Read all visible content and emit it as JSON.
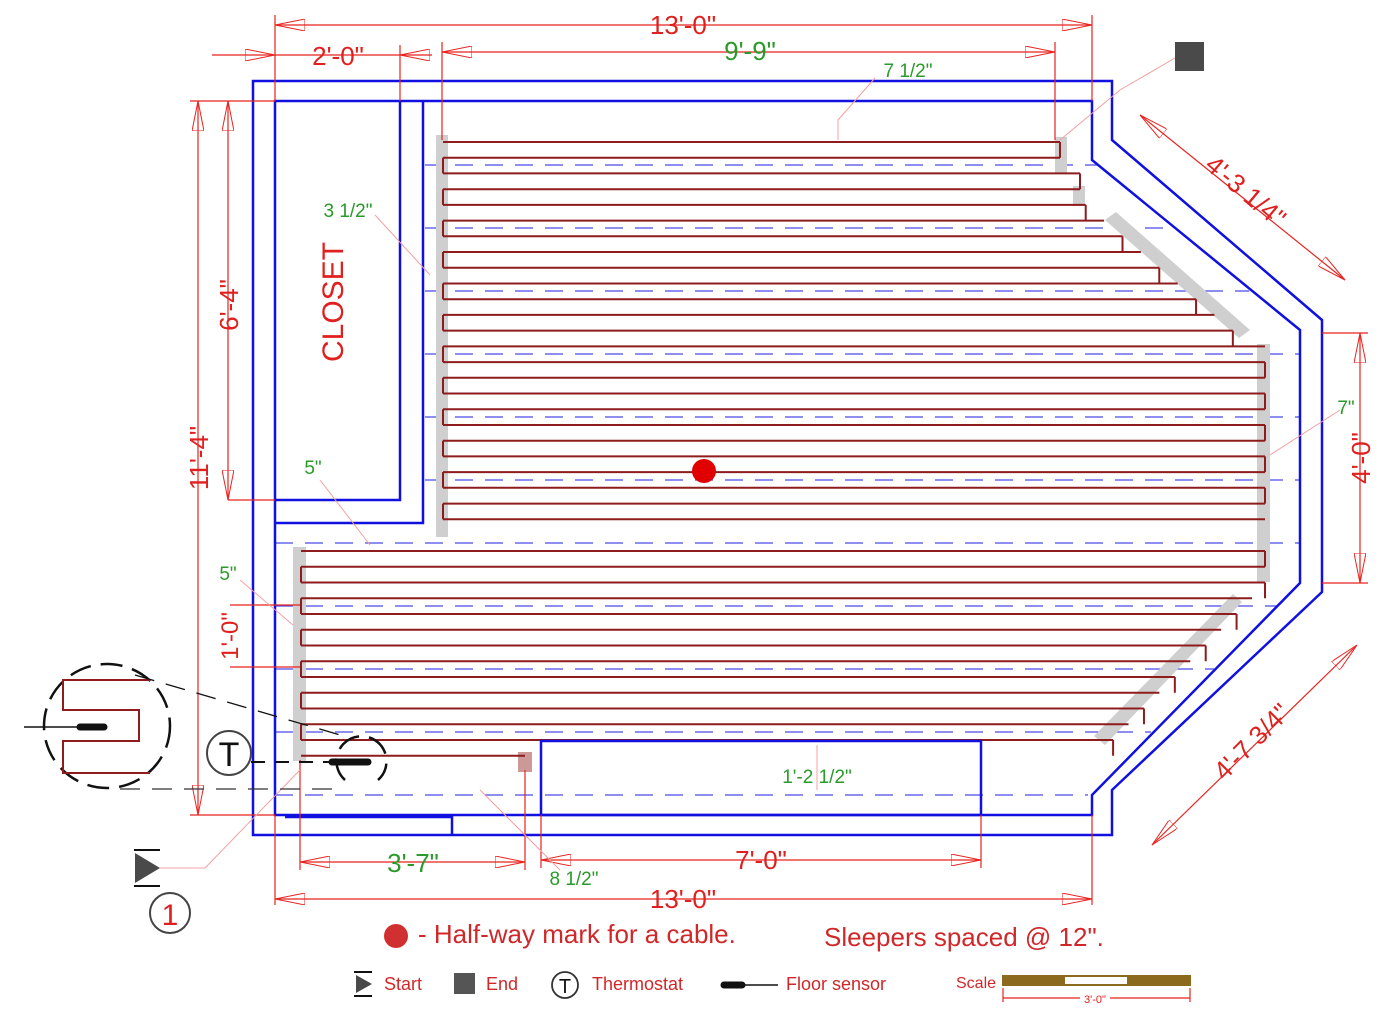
{
  "title_labels": {
    "closet": "CLOSET"
  },
  "dimensions": {
    "overall_width_top": "13'-0\"",
    "closet_width": "2'-0\"",
    "heated_width": "9'-9\"",
    "overall_depth": "11'-4\"",
    "closet_depth": "6'-4\"",
    "sensor_offset": "1'-0\"",
    "diagonal_upper": "4'-3 1/4\"",
    "right_wall": "4'-0\"",
    "diagonal_lower": "4'-7 3/4\"",
    "bottom_left": "3'-7\"",
    "cabinet_width": "7'-0\"",
    "overall_width_bottom": "13'-0\""
  },
  "clearances": {
    "top_right": "7 1/2\"",
    "closet_side": "3 1/2\"",
    "closet_bottom": "5\"",
    "left_wall": "5\"",
    "right_wall": "7\"",
    "cabinet": "1'-2 1/2\"",
    "bottom_end": "8 1/2\""
  },
  "thermostat_label": "T",
  "start_number": "1",
  "notes": {
    "halfway": "- Half-way mark for a cable.",
    "sleepers": "Sleepers spaced @ 12\"."
  },
  "legend": {
    "start": "Start",
    "end": "End",
    "thermostat_symbol": "T",
    "thermostat": "Thermostat",
    "floor_sensor": "Floor sensor",
    "scale": "Scale",
    "scale_length": "3'-0\""
  },
  "colors": {
    "wall": "#1010e0",
    "cable": "#8e1c1c",
    "dimension": "#e8231f",
    "clearance": "#2a9a2a",
    "halfway_mark": "#e00000",
    "scale_bar": "#8b6a1e"
  }
}
